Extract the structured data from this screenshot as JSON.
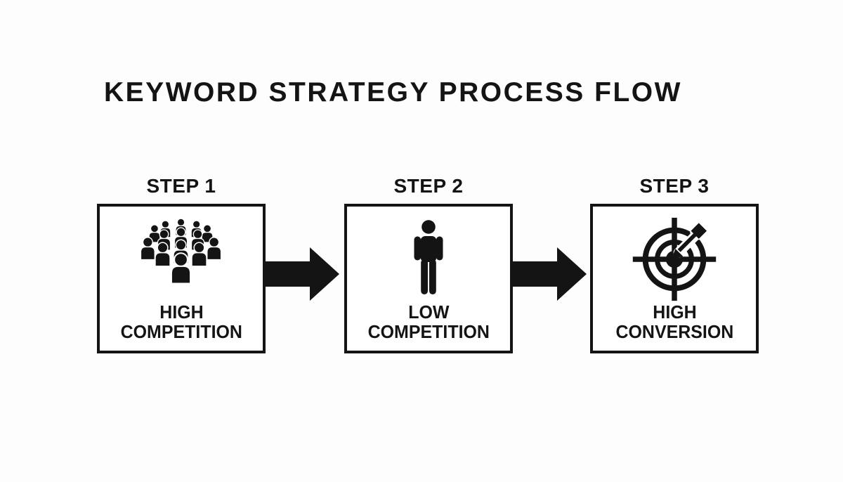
{
  "title": "KEYWORD STRATEGY PROCESS FLOW",
  "steps": [
    {
      "label": "STEP 1",
      "icon": "crowd-icon",
      "caption_line1": "HIGH",
      "caption_line2": "COMPETITION"
    },
    {
      "label": "STEP 2",
      "icon": "person-icon",
      "caption_line1": "LOW",
      "caption_line2": "COMPETITION"
    },
    {
      "label": "STEP 3",
      "icon": "target-arrow-icon",
      "caption_line1": "HIGH",
      "caption_line2": "CONVERSION"
    }
  ],
  "connectors": [
    {
      "name": "flow-arrow-1",
      "direction": "right"
    },
    {
      "name": "flow-arrow-2",
      "direction": "right"
    }
  ],
  "colors": {
    "ink": "#141414",
    "background": "#fdfdfd",
    "box-bg": "#ffffff"
  }
}
